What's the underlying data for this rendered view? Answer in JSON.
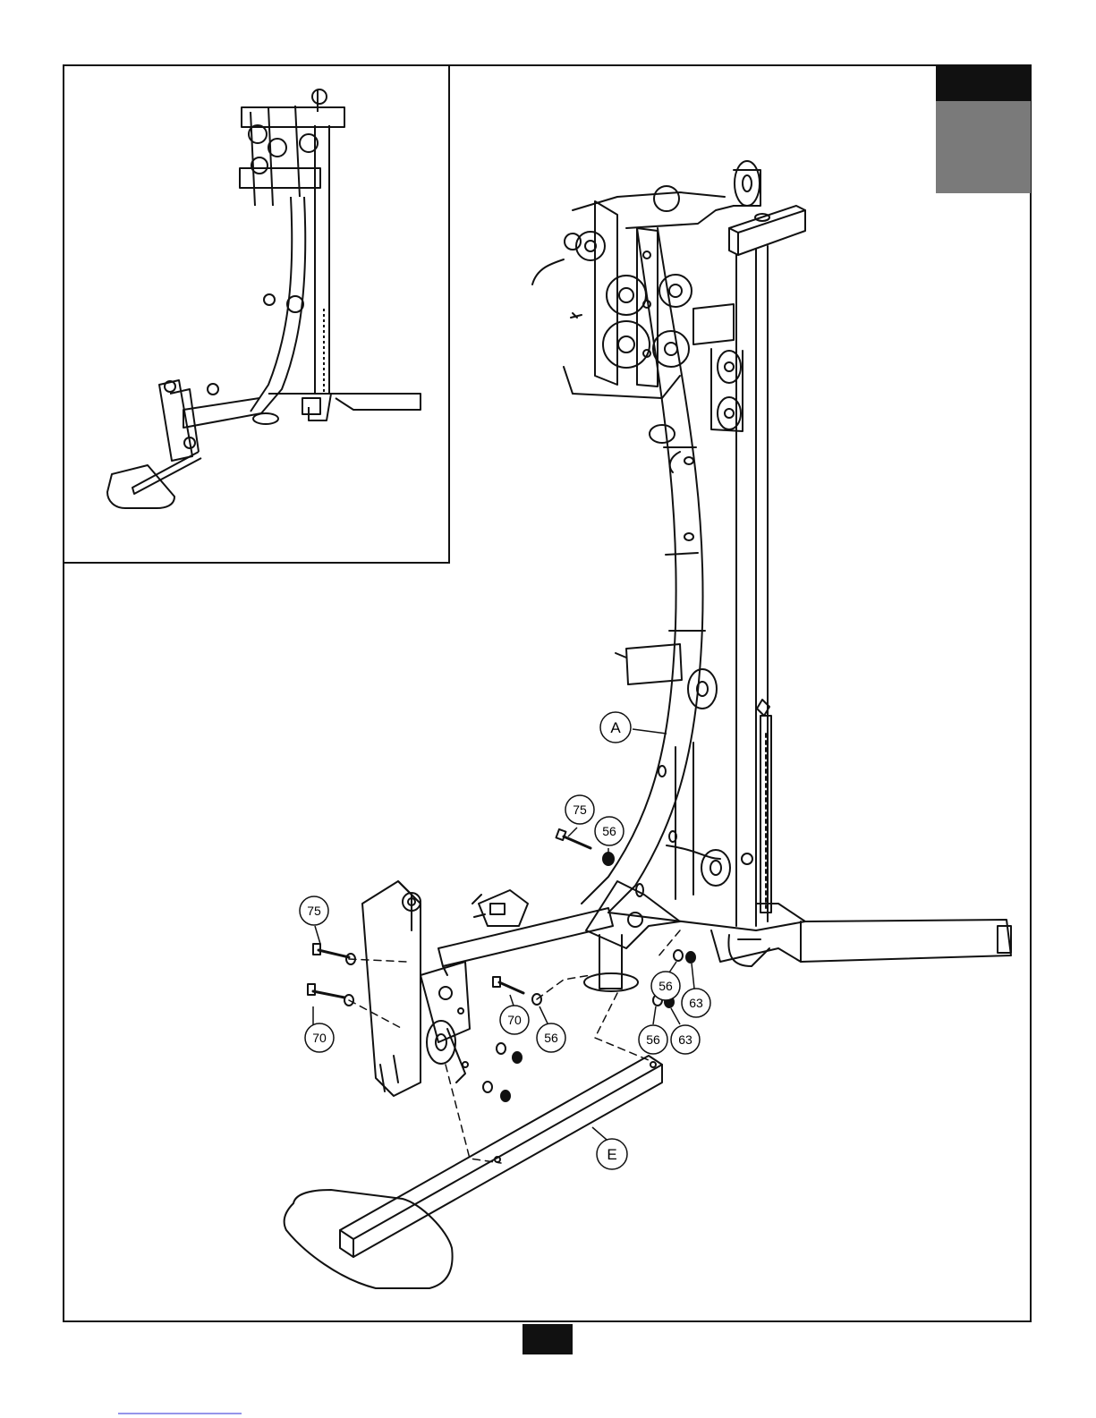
{
  "tab_colors": {
    "dark": "#111111",
    "grey": "#7a7a7a"
  },
  "line_color": "#111111",
  "callouts": {
    "frame_a": "A",
    "frame_e": "E",
    "bolt_75_upper": "75",
    "washer_56_upper": "56",
    "bolt_75_left": "75",
    "bolt_70_left": "70",
    "bolt_70_mid": "70",
    "washer_56_mid": "56",
    "washer_56_right_upper": "56",
    "nut_63_right_upper": "63",
    "washer_56_right_lower": "56",
    "nut_63_right_lower": "63"
  }
}
